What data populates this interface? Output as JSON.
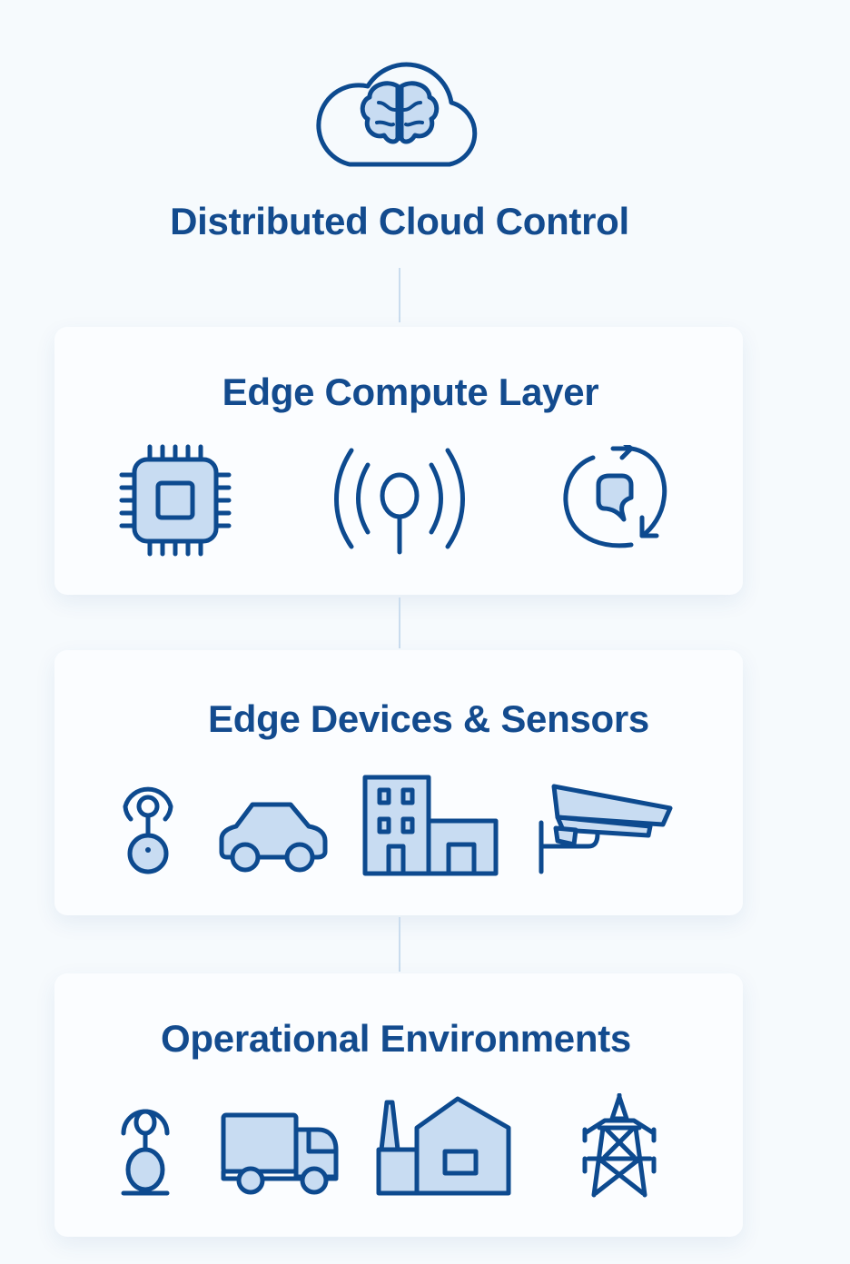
{
  "top": {
    "title": "Distributed Cloud Control",
    "icon": "cloud-brain-icon"
  },
  "layers": [
    {
      "title": "Edge Compute Layer",
      "icons": [
        "processor-chip-icon",
        "antenna-signal-icon",
        "sync-data-icon"
      ]
    },
    {
      "title": "Edge Devices & Sensors",
      "icons": [
        "sensor-beacon-icon",
        "car-icon",
        "building-icon",
        "security-camera-icon"
      ]
    },
    {
      "title": "Operational Environments",
      "icons": [
        "sensor-node-icon",
        "truck-icon",
        "factory-icon",
        "power-tower-icon"
      ]
    }
  ],
  "colors": {
    "stroke": "#0d4a8f",
    "fill": "#c8dcf2",
    "background": "#f6fafd",
    "connector": "#c9dcee"
  }
}
